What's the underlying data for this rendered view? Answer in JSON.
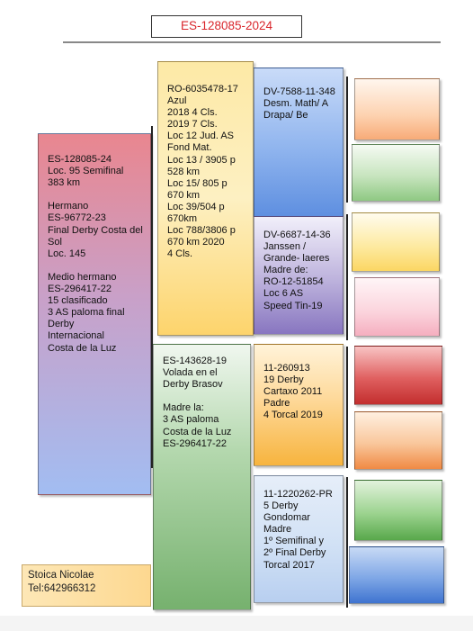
{
  "header": {
    "title": "ES-128085-2024"
  },
  "pedigree": {
    "subject": {
      "text": "ES-128085-24\nLoc. 95 Semifinal\n383 km\n\nHermano\nES-96772-23\nFinal Derby Costa del Sol\nLoc. 145\n\nMedio hermano\nES-296417-22\n15 clasificado\n3 AS paloma final Derby\nInternacional\nCosta de la Luz"
    },
    "sire": {
      "text": "RO-6035478-17\nAzul\n2018 4 Cls.\n2019 7 Cls.\nLoc 12 Jud. AS\nFond Mat.\nLoc 13 / 3905 p\n528 km\nLoc 15/ 805 p\n670 km\nLoc 39/504 p\n670km\nLoc 788/3806 p\n670 km 2020\n4 Cls."
    },
    "dam": {
      "text": "ES-143628-19\nVolada en el\nDerby Brasov\n\nMadre la:\n3 AS paloma\nCosta de la Luz\nES-296417-22"
    },
    "sire_sire": {
      "text": "DV-7588-11-348\nDesm. Math/ A\nDrapa/ Be"
    },
    "sire_dam": {
      "text": "DV-6687-14-36\nJanssen /\nGrande- laeres\nMadre de:\nRO-12-51854\nLoc 6 AS\nSpeed Tin-19"
    },
    "dam_sire": {
      "text": "11-260913\n19 Derby\nCartaxo 2011\nPadre\n4 Torcal 2019"
    },
    "dam_dam": {
      "text": "11-1220262-PR\n5 Derby\nGondomar\nMadre\n1º Semifinal y\n2º Final Derby\nTorcal 2017"
    }
  },
  "contact": {
    "text": "Stoica Nicolae\nTel:642966312"
  },
  "colors": {
    "title_text": "#d9262c",
    "subject": "#e9868f",
    "sire": "#fde9a6",
    "dam": "#76b16e",
    "contact_bg": "#fdd890"
  }
}
